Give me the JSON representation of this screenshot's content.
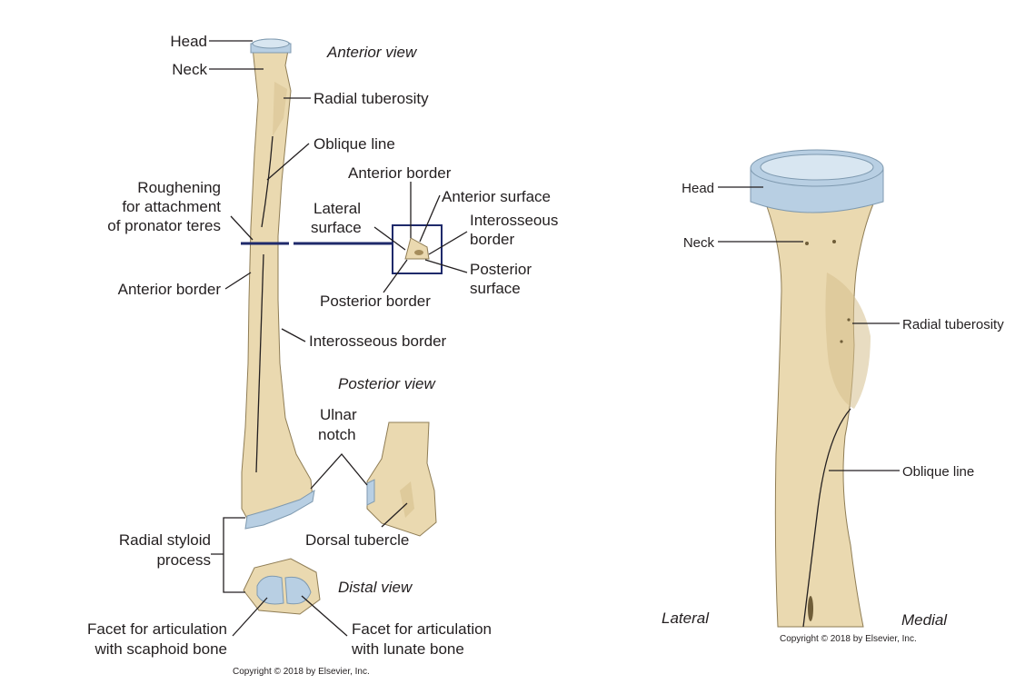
{
  "left_figure": {
    "views": {
      "anterior": "Anterior view",
      "posterior": "Posterior view",
      "distal": "Distal view"
    },
    "labels": {
      "head": "Head",
      "neck": "Neck",
      "radial_tuberosity": "Radial tuberosity",
      "oblique_line": "Oblique line",
      "roughening_1": "Roughening",
      "roughening_2": "for attachment",
      "roughening_3": "of pronator teres",
      "anterior_border": "Anterior border",
      "interosseous_border": "Interosseous border",
      "cs_anterior_border": "Anterior border",
      "cs_lateral_surface_1": "Lateral",
      "cs_lateral_surface_2": "surface",
      "cs_anterior_surface": "Anterior surface",
      "cs_interosseous_1": "Interosseous",
      "cs_interosseous_2": "border",
      "cs_posterior_surface_1": "Posterior",
      "cs_posterior_surface_2": "surface",
      "cs_posterior_border": "Posterior border",
      "ulnar_notch_1": "Ulnar",
      "ulnar_notch_2": "notch",
      "dorsal_tubercle": "Dorsal tubercle",
      "styloid_1": "Radial styloid",
      "styloid_2": "process",
      "facet_scaphoid_1": "Facet for articulation",
      "facet_scaphoid_2": "with scaphoid bone",
      "facet_lunate_1": "Facet for articulation",
      "facet_lunate_2": "with lunate bone"
    },
    "copyright": "Copyright © 2018 by Elsevier, Inc."
  },
  "right_figure": {
    "labels": {
      "head": "Head",
      "neck": "Neck",
      "radial_tuberosity": "Radial tuberosity",
      "oblique_line": "Oblique line",
      "lateral": "Lateral",
      "medial": "Medial"
    },
    "copyright": "Copyright © 2018 by Elsevier, Inc."
  },
  "colors": {
    "bone": "#ead9b0",
    "cartilage": "#b8cfe3",
    "section_line": "#1f2a6b"
  }
}
